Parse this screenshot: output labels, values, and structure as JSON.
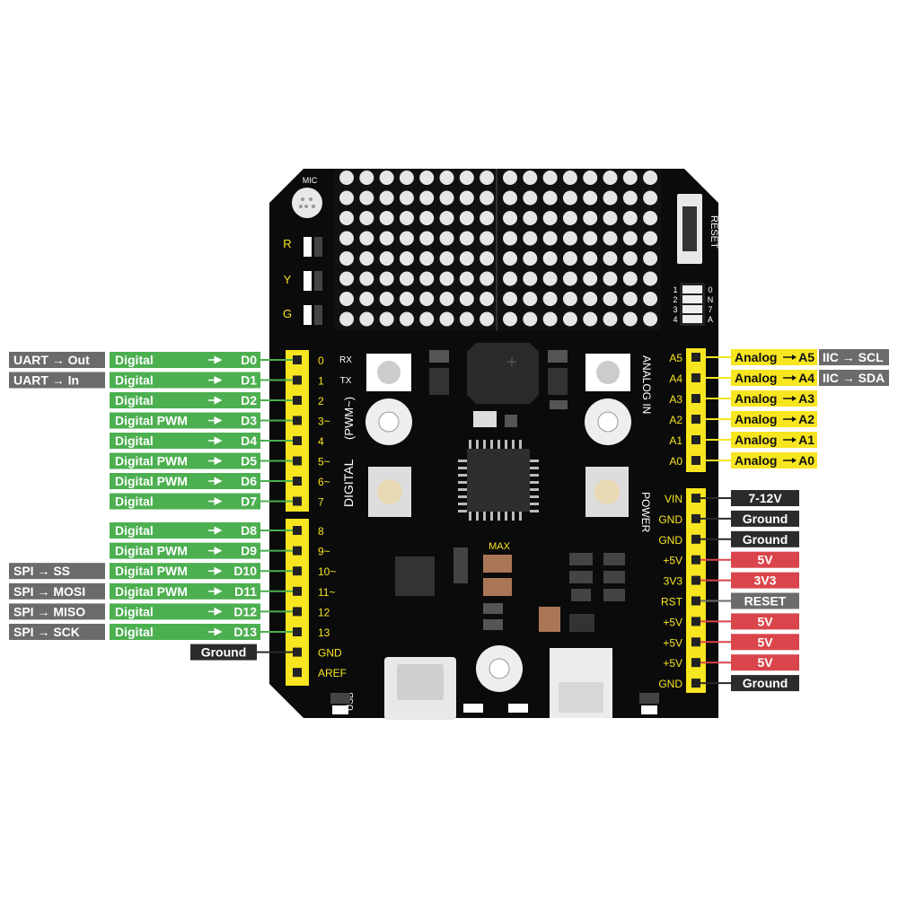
{
  "board": {
    "silk": {
      "mic": "MIC",
      "reset": "RESET",
      "led_r": "R",
      "led_y": "Y",
      "led_g": "G",
      "rx": "RX",
      "tx": "TX",
      "digital": "DIGITAL",
      "pwm": "(PWM~)",
      "analog_in": "ANALOG IN",
      "power": "POWER",
      "max": "MAX",
      "usb": "USB",
      "dip_left": [
        "1",
        "2",
        "3",
        "4"
      ],
      "dip_right": [
        "0",
        "N",
        "7",
        "A"
      ]
    },
    "colors": {
      "board": "#0b0b0b",
      "header": "#f7e520",
      "digital": "#4caf50",
      "serial": "#6b6b6b",
      "analog": "#f7e520",
      "power_red": "#d9454b",
      "ground": "#2b2b2b",
      "iic": "#6b6b6b"
    }
  },
  "left_pins": [
    {
      "pin": "0",
      "label": "Digital",
      "target": "D0",
      "extra": "UART → Out"
    },
    {
      "pin": "1",
      "label": "Digital",
      "target": "D1",
      "extra": "UART → In"
    },
    {
      "pin": "2",
      "label": "Digital",
      "target": "D2",
      "extra": ""
    },
    {
      "pin": "3~",
      "label": "Digital PWM",
      "target": "D3",
      "extra": ""
    },
    {
      "pin": "4",
      "label": "Digital",
      "target": "D4",
      "extra": ""
    },
    {
      "pin": "5~",
      "label": "Digital PWM",
      "target": "D5",
      "extra": ""
    },
    {
      "pin": "6~",
      "label": "Digital PWM",
      "target": "D6",
      "extra": ""
    },
    {
      "pin": "7",
      "label": "Digital",
      "target": "D7",
      "extra": ""
    },
    {
      "pin": "8",
      "label": "Digital",
      "target": "D8",
      "extra": ""
    },
    {
      "pin": "9~",
      "label": "Digital PWM",
      "target": "D9",
      "extra": ""
    },
    {
      "pin": "10~",
      "label": "Digital PWM",
      "target": "D10",
      "extra": "SPI → SS"
    },
    {
      "pin": "11~",
      "label": "Digital PWM",
      "target": "D11",
      "extra": "SPI → MOSI"
    },
    {
      "pin": "12",
      "label": "Digital",
      "target": "D12",
      "extra": "SPI → MISO"
    },
    {
      "pin": "13",
      "label": "Digital",
      "target": "D13",
      "extra": "SPI → SCK"
    },
    {
      "pin": "GND",
      "label": "Ground",
      "target": "",
      "extra": ""
    },
    {
      "pin": "AREF",
      "label": "",
      "target": "",
      "extra": ""
    }
  ],
  "analog_pins": [
    {
      "pin": "A5",
      "label": "Analog",
      "target": "A5",
      "extra": "IIC → SCL"
    },
    {
      "pin": "A4",
      "label": "Analog",
      "target": "A4",
      "extra": "IIC → SDA"
    },
    {
      "pin": "A3",
      "label": "Analog",
      "target": "A3",
      "extra": ""
    },
    {
      "pin": "A2",
      "label": "Analog",
      "target": "A2",
      "extra": ""
    },
    {
      "pin": "A1",
      "label": "Analog",
      "target": "A1",
      "extra": ""
    },
    {
      "pin": "A0",
      "label": "Analog",
      "target": "A0",
      "extra": ""
    }
  ],
  "power_pins": [
    {
      "pin": "VIN",
      "label": "7-12V",
      "kind": "dark"
    },
    {
      "pin": "GND",
      "label": "Ground",
      "kind": "dark"
    },
    {
      "pin": "GND",
      "label": "Ground",
      "kind": "dark"
    },
    {
      "pin": "+5V",
      "label": "5V",
      "kind": "red"
    },
    {
      "pin": "3V3",
      "label": "3V3",
      "kind": "red"
    },
    {
      "pin": "RST",
      "label": "RESET",
      "kind": "grey"
    },
    {
      "pin": "+5V",
      "label": "5V",
      "kind": "red"
    },
    {
      "pin": "+5V",
      "label": "5V",
      "kind": "red"
    },
    {
      "pin": "+5V",
      "label": "5V",
      "kind": "red"
    },
    {
      "pin": "GND",
      "label": "Ground",
      "kind": "dark"
    }
  ]
}
